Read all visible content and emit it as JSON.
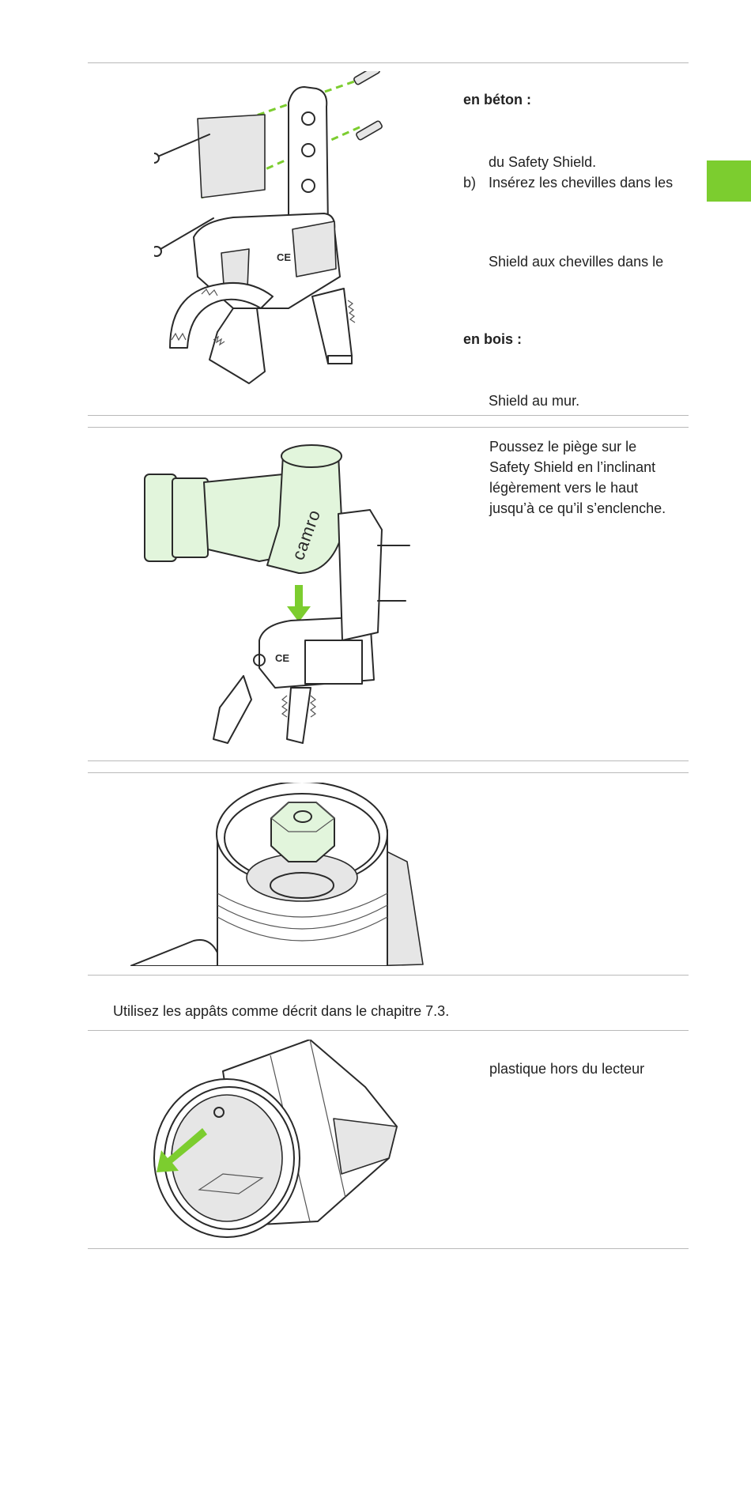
{
  "colors": {
    "accent": "#7ccd2f",
    "light_green": "#e2f5dc",
    "rule": "#b9b9b9"
  },
  "section1": {
    "heading_concrete": "en béton :",
    "line1": "du Safety Shield.",
    "item_b_marker": "b)",
    "item_b_text": "Insérez les chevilles dans les",
    "line3": "Shield aux chevilles dans le",
    "heading_wood": "en bois :",
    "line5": "Shield au mur."
  },
  "section2": {
    "lines": [
      "Poussez le piège sur le",
      "Safety Shield en l’inclinant",
      "légèrement vers le haut",
      "jusqu’à ce qu’il s’enclenche."
    ],
    "logo": "camro",
    "ce_mark": "CE"
  },
  "section1_ce_mark": "CE",
  "bait_note": "Utilisez les appâts comme décrit dans le chapitre 7.3.",
  "section4": {
    "text": "plastique hors du lecteur"
  }
}
